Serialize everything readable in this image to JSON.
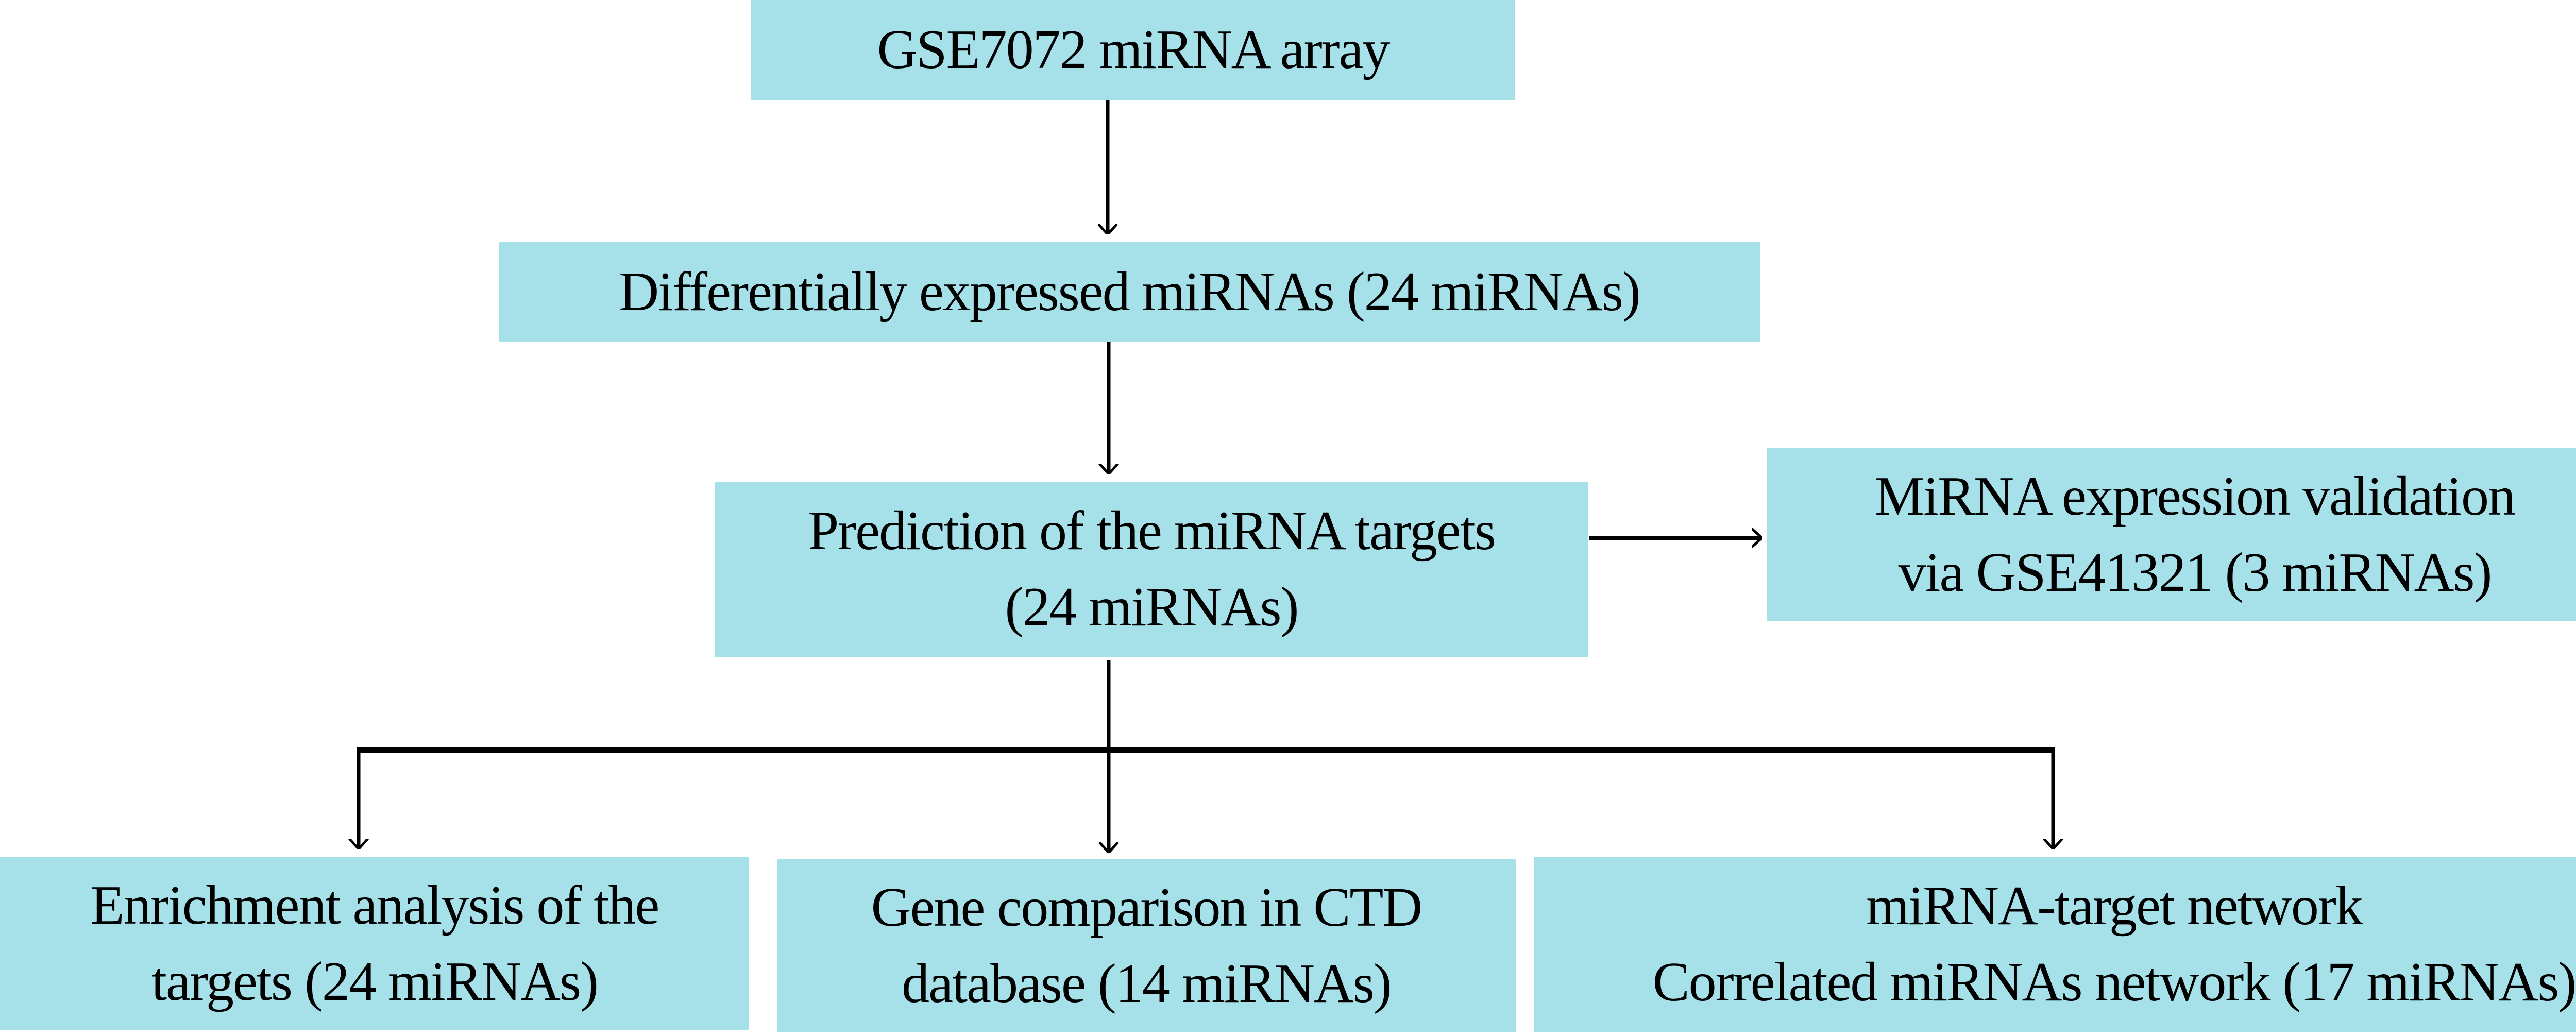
{
  "diagram": {
    "type": "flowchart",
    "colors": {
      "box_fill": "#A6E0E9",
      "line": "#000000",
      "text": "#000000"
    },
    "nodes": [
      {
        "id": "gse7072",
        "lines": [
          "GSE7072 miRNA array"
        ]
      },
      {
        "id": "dem",
        "lines": [
          "Differentially expressed miRNAs (24 miRNAs)"
        ]
      },
      {
        "id": "prediction",
        "lines": [
          "Prediction of the miRNA targets",
          "(24 miRNAs)"
        ]
      },
      {
        "id": "validation",
        "lines": [
          "MiRNA expression validation",
          "via GSE41321 (3 miRNAs)"
        ]
      },
      {
        "id": "enrichment",
        "lines": [
          "Enrichment analysis of the",
          "targets (24 miRNAs)"
        ]
      },
      {
        "id": "ctd",
        "lines": [
          "Gene comparison in CTD",
          "database (14 miRNAs)"
        ]
      },
      {
        "id": "network",
        "lines": [
          "miRNA-target network",
          "Correlated miRNAs network (17 miRNAs)"
        ]
      }
    ],
    "edges": [
      {
        "from": "gse7072",
        "to": "dem"
      },
      {
        "from": "dem",
        "to": "prediction"
      },
      {
        "from": "prediction",
        "to": "validation"
      },
      {
        "from": "prediction",
        "to": "enrichment"
      },
      {
        "from": "prediction",
        "to": "ctd"
      },
      {
        "from": "prediction",
        "to": "network"
      }
    ]
  }
}
